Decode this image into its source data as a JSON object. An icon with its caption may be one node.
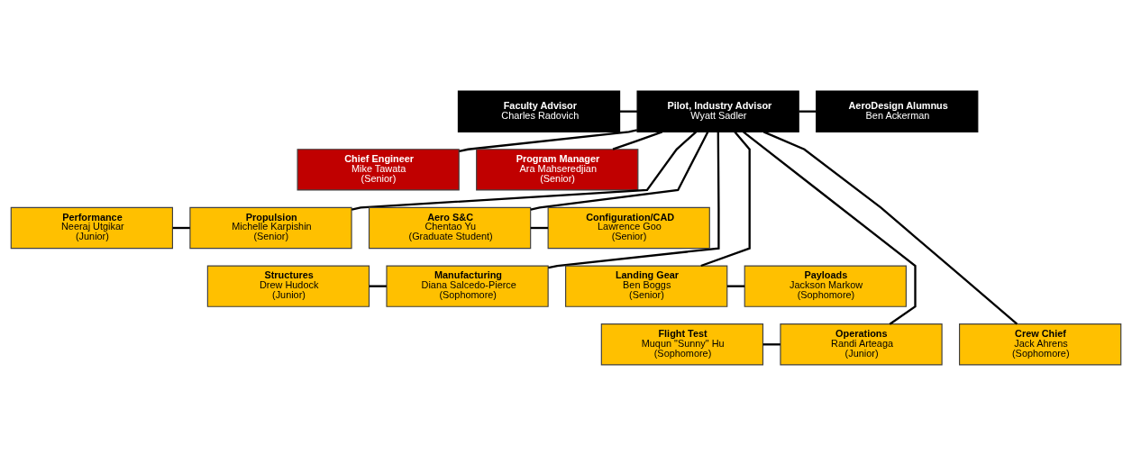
{
  "diagram": {
    "nodes": [
      {
        "text": [
          "Faculty Advisor",
          "Charles Radovich"
        ]
      },
      {
        "text": [
          "Pilot, Industry Advisor",
          "Wyatt Sadler"
        ]
      },
      {
        "text": [
          "AeroDesign Alumnus",
          "Ben Ackerman"
        ]
      },
      {
        "text": [
          "Chief Engineer",
          "Mike Tawata",
          "(Senior)"
        ]
      },
      {
        "text": [
          "Program Manager",
          "Ara Mahseredjian",
          "(Senior)"
        ]
      },
      {
        "text": [
          "Performance",
          "Neeraj Utgikar",
          "(Junior)"
        ]
      },
      {
        "text": [
          "Propulsion",
          "Michelle Karpishin",
          "(Senior)"
        ]
      },
      {
        "text": [
          "Aero S&C",
          "Chentao Yu",
          "(Graduate Student)"
        ]
      },
      {
        "text": [
          "Configuration/CAD",
          "Lawrence Goo",
          "(Senior)"
        ]
      },
      {
        "text": [
          "Structures",
          "Drew Hudock",
          "(Junior)"
        ]
      },
      {
        "text": [
          "Manufacturing",
          "Diana Salcedo-Pierce",
          "(Sophomore)"
        ]
      },
      {
        "text": [
          "Landing Gear",
          "Ben Boggs",
          "(Senior)"
        ]
      },
      {
        "text": [
          "Payloads",
          "Jackson Markow",
          "(Sophomore)"
        ]
      },
      {
        "text": [
          "Flight Test",
          "Muqun \"Sunny\" Hu",
          "(Sophomore)"
        ]
      },
      {
        "text": [
          "Operations",
          "Randi Arteaga",
          "(Junior)"
        ]
      },
      {
        "text": [
          "Crew Chief",
          "Jack Ahrens",
          "(Sophomore)"
        ]
      }
    ],
    "edges": [
      {
        "from": 0,
        "to": 1,
        "arrow": "none"
      },
      {
        "from": 1,
        "to": 2,
        "arrow": "none"
      },
      {
        "from": 1,
        "to": 3,
        "arrow": "none"
      },
      {
        "from": 1,
        "to": 4,
        "arrow": "none"
      },
      {
        "from": 1,
        "to": 6,
        "arrow": "none"
      },
      {
        "from": 1,
        "to": 7,
        "arrow": "none"
      },
      {
        "from": 1,
        "to": 10,
        "arrow": "none"
      },
      {
        "from": 1,
        "to": 11,
        "arrow": "none"
      },
      {
        "from": 1,
        "to": 14,
        "arrow": "none"
      },
      {
        "from": 1,
        "to": 15,
        "arrow": "none"
      },
      {
        "from": 5,
        "to": 6,
        "arrow": "none"
      },
      {
        "from": 7,
        "to": 8,
        "arrow": "none"
      },
      {
        "from": 9,
        "to": 10,
        "arrow": "none"
      },
      {
        "from": 11,
        "to": 12,
        "arrow": "none"
      },
      {
        "from": 13,
        "to": 14,
        "arrow": "none"
      }
    ]
  }
}
